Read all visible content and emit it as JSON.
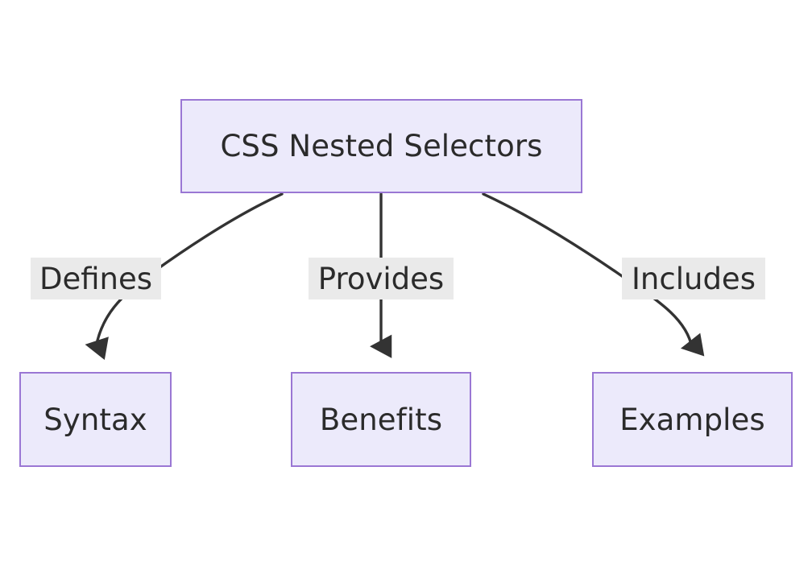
{
  "diagram": {
    "type": "flowchart",
    "direction": "top-down",
    "background_color": "#ffffff",
    "node_fill_color": "#ECEAFB",
    "node_border_color": "#9A77D4",
    "node_text_color": "#2b2b2b",
    "edge_color": "#333333",
    "edge_label_background": "#EAEAEA",
    "root": {
      "id": "css-nested-selectors",
      "label": "CSS Nested Selectors"
    },
    "nodes": [
      {
        "id": "syntax",
        "label": "Syntax"
      },
      {
        "id": "benefits",
        "label": "Benefits"
      },
      {
        "id": "examples",
        "label": "Examples"
      }
    ],
    "edges": [
      {
        "from": "css-nested-selectors",
        "to": "syntax",
        "label": "Defines"
      },
      {
        "from": "css-nested-selectors",
        "to": "benefits",
        "label": "Provides"
      },
      {
        "from": "css-nested-selectors",
        "to": "examples",
        "label": "Includes"
      }
    ]
  }
}
